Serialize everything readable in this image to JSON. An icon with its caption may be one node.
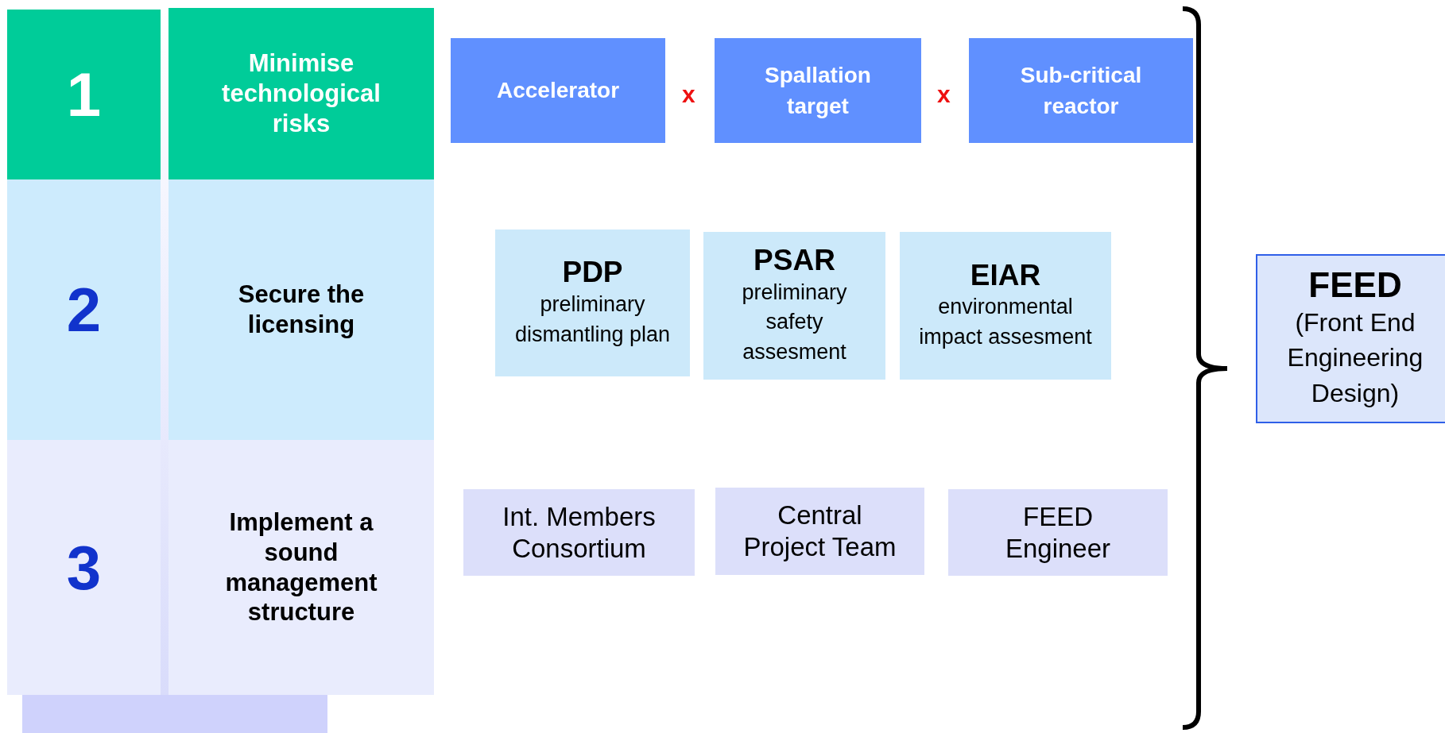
{
  "diagram": {
    "nodes": [
      {
        "text": [
          "1"
        ]
      },
      {
        "text": [
          "Minimise technological risks"
        ]
      },
      {
        "text": [
          "Accelerator"
        ]
      },
      {
        "text": [
          "Spallation target"
        ]
      },
      {
        "text": [
          "Sub-critical reactor"
        ]
      },
      {
        "text": [
          "2"
        ]
      },
      {
        "text": [
          "Secure the licensing"
        ]
      },
      {
        "text": [
          "PDP",
          "preliminary dismantling plan"
        ]
      },
      {
        "text": [
          "PSAR",
          "preliminary safety assesment"
        ]
      },
      {
        "text": [
          "EIAR",
          "environmental impact assesment"
        ]
      },
      {
        "text": [
          "3"
        ]
      },
      {
        "text": [
          "Implement a sound management structure"
        ]
      },
      {
        "text": [
          "Int. Members Consortium"
        ]
      },
      {
        "text": [
          "Central Project Team"
        ]
      },
      {
        "text": [
          "FEED Engineer"
        ]
      },
      {
        "text": [
          "FEED",
          "(Front End Engineering Design)"
        ]
      },
      {
        "text": [],
        "shape": "bar"
      }
    ],
    "labels": [
      "x",
      "x"
    ]
  }
}
